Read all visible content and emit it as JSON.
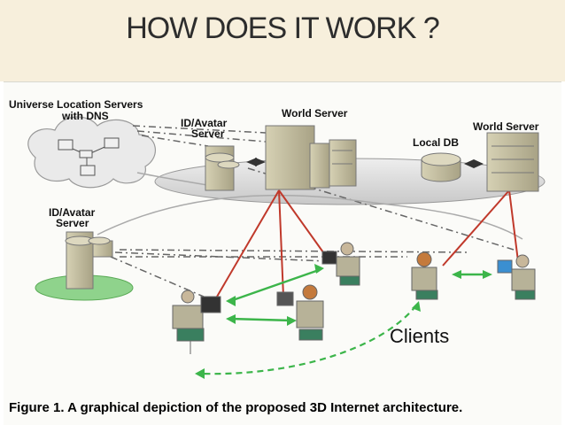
{
  "slide": {
    "title": "HOW DOES IT WORK ?"
  },
  "diagram": {
    "labels": {
      "universe_servers": "Universe Location Servers",
      "with_dns": "with DNS",
      "id_avatar_top_1": "ID/Avatar",
      "id_avatar_top_2": "Server",
      "world_server_center": "World Server",
      "world_server_right": "World Server",
      "local_db": "Local DB",
      "id_avatar_left_1": "ID/Avatar",
      "id_avatar_left_2": "Server",
      "clients": "Clients"
    },
    "caption": "Figure 1. A graphical depiction of the proposed 3D Internet architecture.",
    "colors": {
      "red_link": "#c0392b",
      "green_link": "#3cb54a",
      "dashed_link": "#555555",
      "server_fill": "#c9c4a6",
      "header_bg": "#f7efdc"
    }
  }
}
